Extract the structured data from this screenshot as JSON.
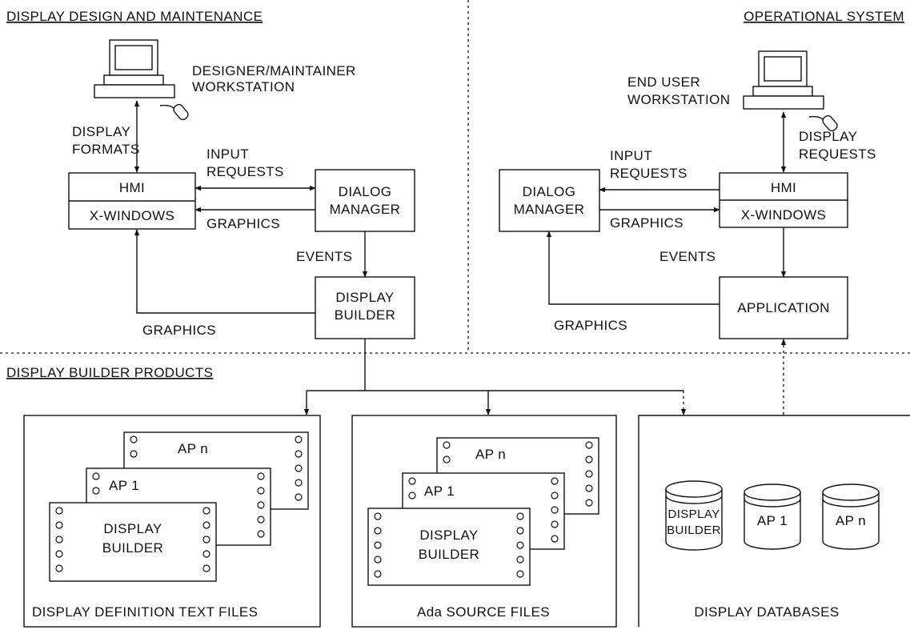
{
  "sections": {
    "design": "DISPLAY DESIGN AND MAINTENANCE",
    "operational": "OPERATIONAL SYSTEM",
    "products": "DISPLAY BUILDER PRODUCTS"
  },
  "left": {
    "workstation": [
      "DESIGNER/MAINTAINER",
      "WORKSTATION"
    ],
    "display_formats": [
      "DISPLAY",
      "FORMATS"
    ],
    "hmi": "HMI",
    "xwindows": "X-WINDOWS",
    "input_requests": [
      "INPUT",
      "REQUESTS"
    ],
    "graphics_to_hmi": "GRAPHICS",
    "dialog_manager": [
      "DIALOG",
      "MANAGER"
    ],
    "events": "EVENTS",
    "display_builder": [
      "DISPLAY",
      "BUILDER"
    ],
    "graphics_loop": "GRAPHICS"
  },
  "right": {
    "workstation": [
      "END USER",
      "WORKSTATION"
    ],
    "display_requests": [
      "DISPLAY",
      "REQUESTS"
    ],
    "input_requests": [
      "INPUT",
      "REQUESTS"
    ],
    "hmi": "HMI",
    "xwindows": "X-WINDOWS",
    "dialog_manager": [
      "DIALOG",
      "MANAGER"
    ],
    "graphics_to_x": "GRAPHICS",
    "events": "EVENTS",
    "application": "APPLICATION",
    "graphics_loop": "GRAPHICS"
  },
  "products": {
    "text_files": {
      "caption": "DISPLAY DEFINITION TEXT FILES",
      "sheets": [
        "AP n",
        "AP 1",
        "DISPLAY",
        "BUILDER"
      ]
    },
    "ada_files": {
      "caption": "Ada SOURCE FILES",
      "sheets": [
        "AP n",
        "AP 1",
        "DISPLAY",
        "BUILDER"
      ]
    },
    "databases": {
      "caption": "DISPLAY DATABASES",
      "cylinders": [
        [
          "DISPLAY",
          "BUILDER"
        ],
        [
          "AP 1"
        ],
        [
          "AP n"
        ]
      ]
    }
  }
}
